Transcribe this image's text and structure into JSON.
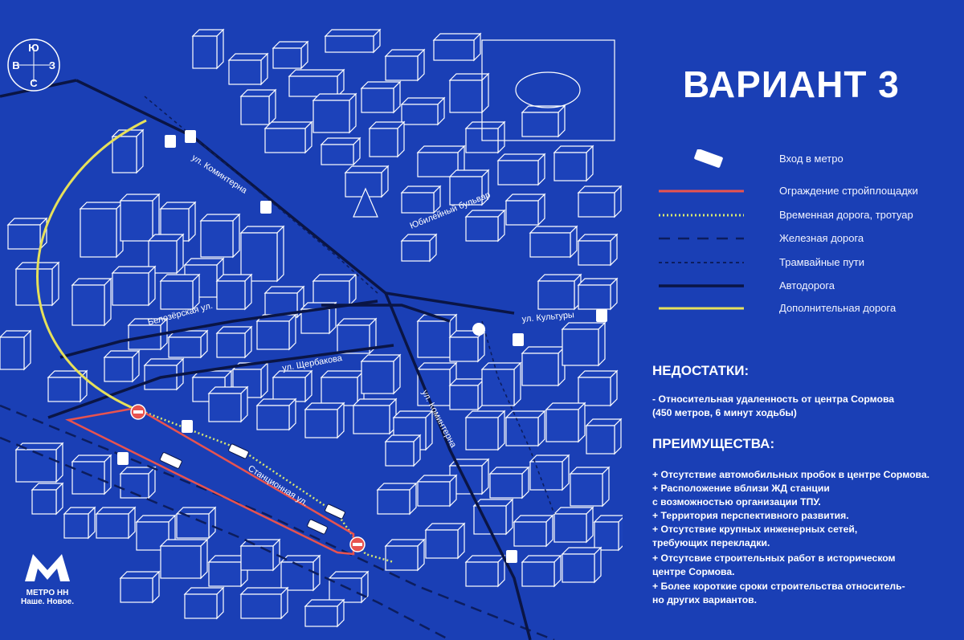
{
  "title": "ВАРИАНТ 3",
  "compass": {
    "north": "Ю",
    "south": "С",
    "west": "В",
    "east": "З"
  },
  "legend": [
    {
      "key": "metro_entrance",
      "label": "Вход в метро"
    },
    {
      "key": "site_fence",
      "label": "Ограждение стройплощадки",
      "color": "#e8534f"
    },
    {
      "key": "temp_road",
      "label": "Временная дорога, тротуар",
      "color": "#d8e870"
    },
    {
      "key": "railway",
      "label": "Железная дорога",
      "color": "#0c1d5e"
    },
    {
      "key": "tram",
      "label": "Трамвайные пути",
      "color": "#0c1d5e"
    },
    {
      "key": "road",
      "label": "Автодорога",
      "color": "#0a1545"
    },
    {
      "key": "extra_road",
      "label": "Дополнительная дорога",
      "color": "#e6e05a"
    }
  ],
  "disadvantages": {
    "heading": "НЕДОСТАТКИ:",
    "items": [
      "- Относительная удаленность от центра Сормова",
      "(450 метров, 6 минут ходьбы)"
    ]
  },
  "advantages": {
    "heading": "ПРЕИМУЩЕСТВА:",
    "items": [
      "+ Отсутствие автомобильных пробок в центре Сормова.",
      "+ Расположение вблизи ЖД станции",
      "с возможностью организации ТПУ.",
      "+ Территория перспективного развития.",
      "+ Отсутствие крупных инженерных сетей,",
      "требующих перекладки.",
      "+ Отсутсвие строительных работ в историческом",
      "центре Сормова.",
      "+ Более короткие сроки строительства относитель-",
      "но других вариантов."
    ]
  },
  "streets": {
    "kominterna_top": "ул. Коминтерна",
    "yubileyny": "Юбилейный бульвар",
    "belozerskaya": "Белозёрская ул.",
    "shcherbakova": "ул. Щербакова",
    "kultury": "ул. Культуры",
    "kominterna_mid": "ул. Коминтерна",
    "stantsionnaya": "Станционная ул."
  },
  "logo": {
    "name": "МЕТРО НН",
    "slogan": "Наше. Новое."
  },
  "colors": {
    "background": "#1a3fb5",
    "building": "#1c42ba",
    "outline": "#ffffff"
  }
}
